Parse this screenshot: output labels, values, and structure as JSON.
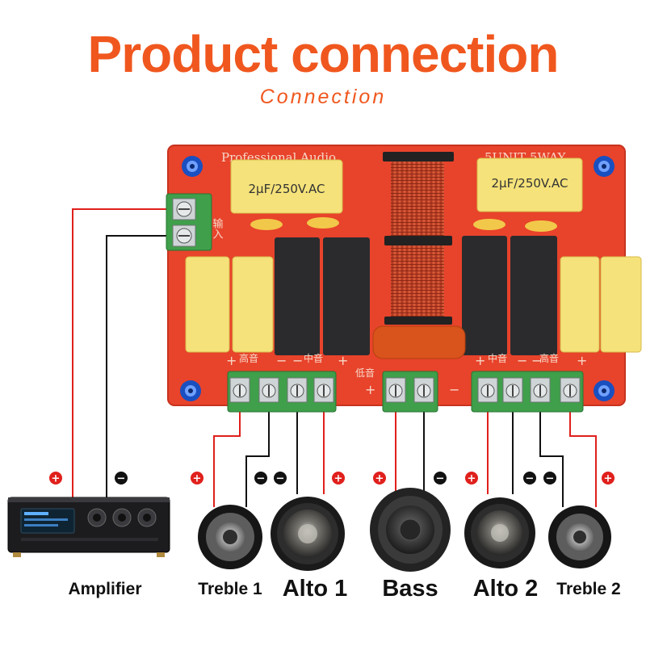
{
  "header": {
    "title": "Product connection",
    "subtitle": "Connection"
  },
  "colors": {
    "accent": "#f0571e",
    "board": "#e8432b",
    "wire_positive": "#e0201c",
    "wire_negative": "#111111",
    "capacitor": "#f5e27a",
    "terminal": "#3f9f4a"
  },
  "board": {
    "top_left_text": "Professional Audio",
    "top_right_text": "5UNIT 5WAY",
    "capacitor_label_left": "2μF/250V.AC",
    "capacitor_label_right": "2μF/250V.AC",
    "input_label": "输入",
    "treble_label": "高音",
    "mid_label": "中音",
    "bass_label": "低音",
    "plus": "+",
    "minus": "−"
  },
  "devices": [
    {
      "id": "amplifier",
      "label": "Amplifier",
      "icon": "amplifier-icon"
    },
    {
      "id": "treble1",
      "label": "Treble 1",
      "icon": "tweeter-icon"
    },
    {
      "id": "alto1",
      "label": "Alto 1",
      "icon": "midrange-speaker-icon"
    },
    {
      "id": "bass",
      "label": "Bass",
      "icon": "woofer-icon"
    },
    {
      "id": "alto2",
      "label": "Alto 2",
      "icon": "midrange-speaker-icon"
    },
    {
      "id": "treble2",
      "label": "Treble 2",
      "icon": "tweeter-icon"
    }
  ],
  "polarity": {
    "positive": "+",
    "negative": "−"
  }
}
